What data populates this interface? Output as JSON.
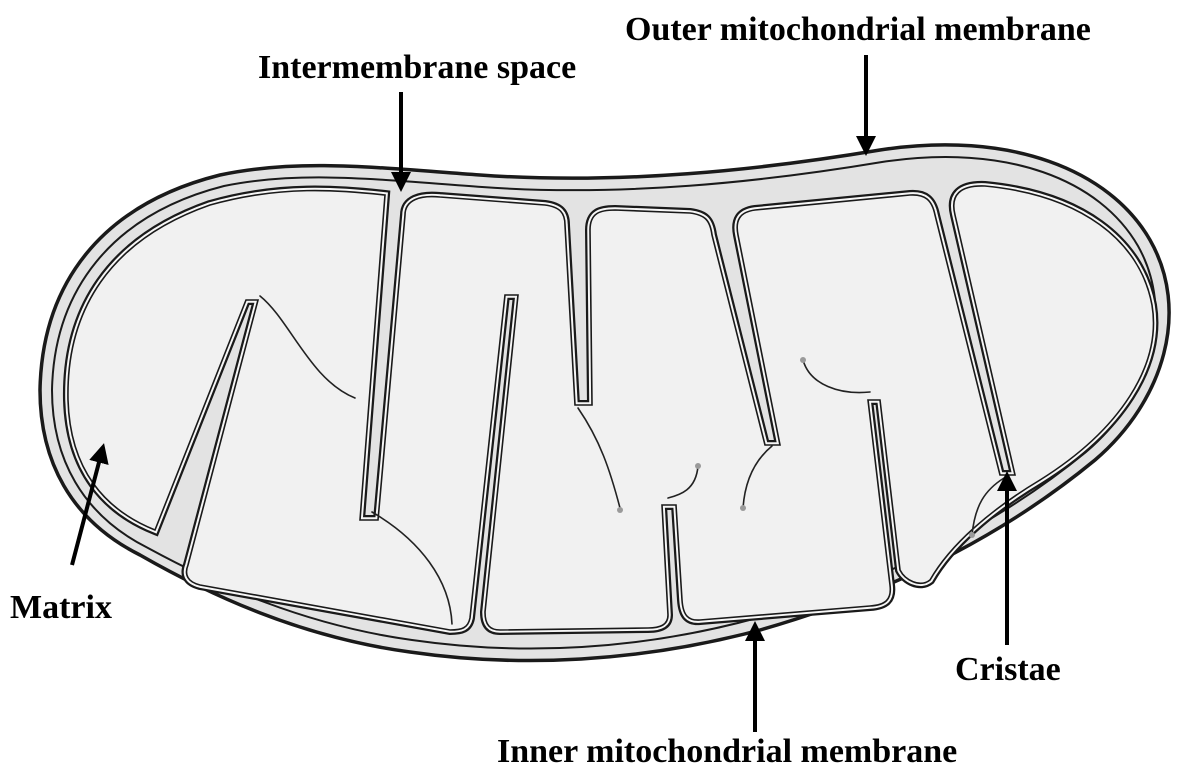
{
  "labels": {
    "outer_membrane": "Outer mitochondrial membrane",
    "intermembrane_space": "Intermembrane space",
    "matrix": "Matrix",
    "cristae": "Cristae",
    "inner_membrane": "Inner mitochondrial membrane"
  },
  "colors": {
    "background": "#ffffff",
    "matrix_fill": "#f1f1f1",
    "intermembrane_fill": "#e3e3e3",
    "membrane_stroke": "#1a1a1a",
    "label_text": "#000000"
  }
}
